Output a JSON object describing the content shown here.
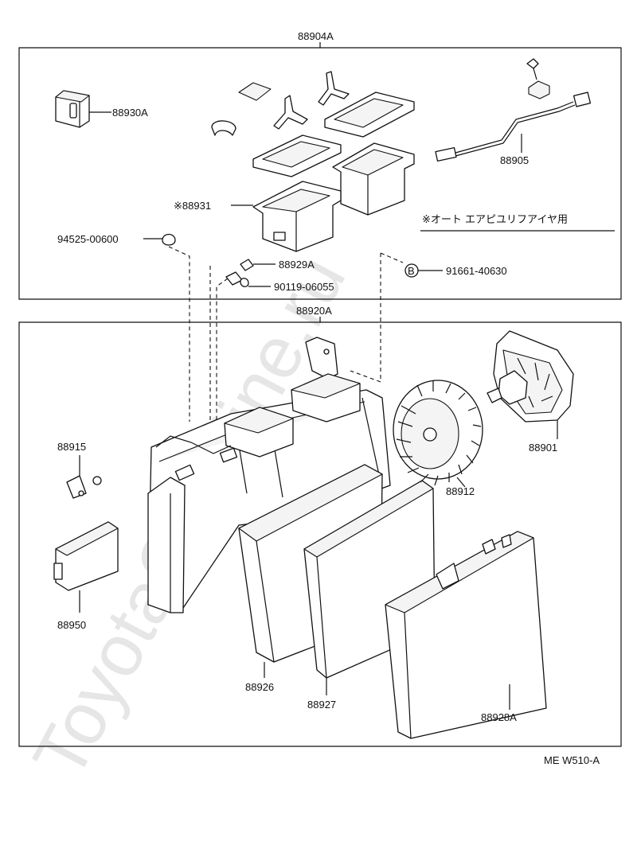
{
  "watermark": "ToyotaCarMine.ru",
  "diagram_code": "ME W510-A",
  "note": "※オート エアピユリフアイヤ用",
  "assemblies": {
    "upper": "88904A",
    "lower": "88920A"
  },
  "parts": {
    "p88930a": "88930A",
    "p88905": "88905",
    "p88931": "※88931",
    "p94525": "94525-00600",
    "p88929a": "88929A",
    "p90119": "90119-06055",
    "p91661": "91661-40630",
    "p91661_mark": "B",
    "p88915": "88915",
    "p88950": "88950",
    "p88926": "88926",
    "p88927": "88927",
    "p88928a": "88928A",
    "p88912": "88912",
    "p88901": "88901"
  }
}
